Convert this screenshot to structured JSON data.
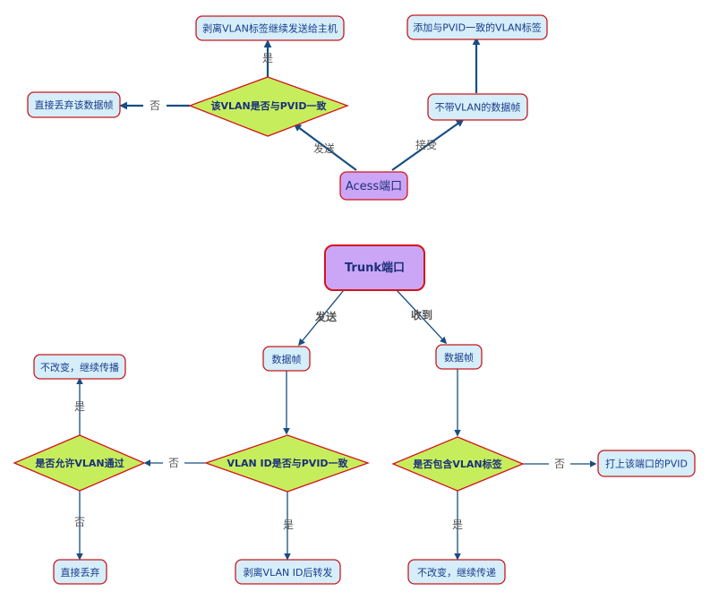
{
  "access": {
    "port": "Acess端口",
    "send_label": "发送",
    "recv_label": "接受",
    "decision": "该VLAN是否与PVID一致",
    "yes_label": "是",
    "no_label": "否",
    "yes_result": "剥离VLAN标签继续发送给主机",
    "no_result": "直接丢弃该数据帧",
    "untagged": "不带VLAN的数据帧",
    "add_tag": "添加与PVID一致的VLAN标签"
  },
  "trunk": {
    "port": "Trunk端口",
    "send_label": "发送",
    "recv_label": "收到",
    "send_frame": "数据帧",
    "recv_frame": "数据帧",
    "decision_vid": "VLAN ID是否与PVID一致",
    "vid_yes_label": "是",
    "vid_no_label": "否",
    "vid_yes_result": "剥离VLAN ID后转发",
    "decision_allow": "是否允许VLAN通过",
    "allow_yes_label": "是",
    "allow_no_label": "否",
    "allow_yes_result": "不改变，继续传播",
    "allow_no_result": "直接丢弃",
    "decision_tag": "是否包含VLAN标签",
    "tag_yes_label": "是",
    "tag_no_label": "否",
    "tag_yes_result": "不改变，继续传递",
    "tag_no_result": "打上该端口的PVID"
  }
}
